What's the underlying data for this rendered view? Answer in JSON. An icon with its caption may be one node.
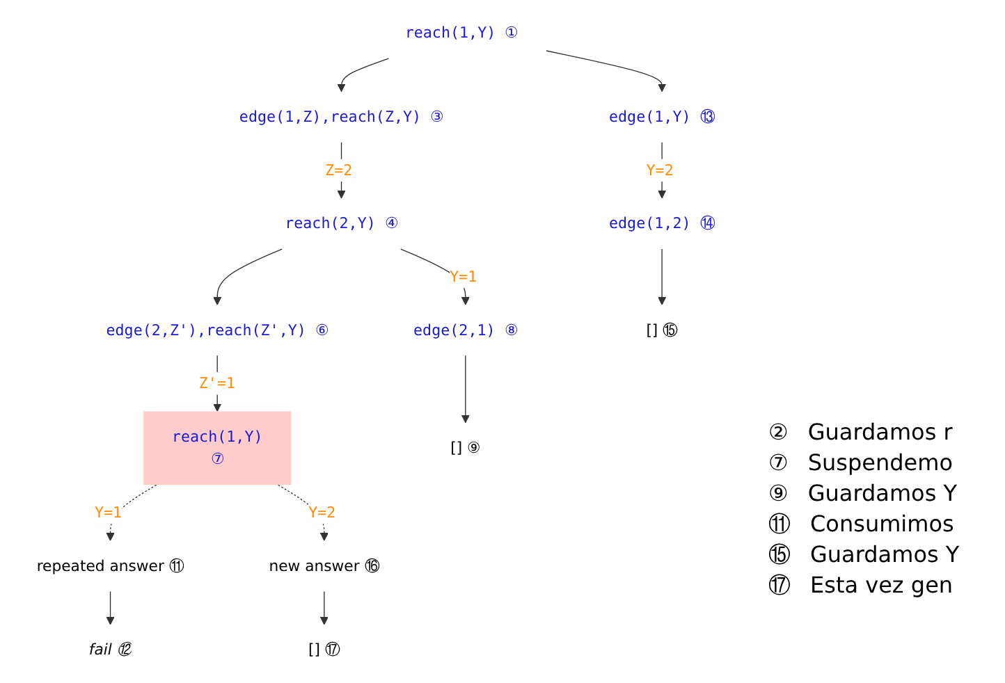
{
  "diagram": {
    "nodes": [
      {
        "text": [
          "reach(1,Y)"
        ],
        "beside": [
          "①"
        ]
      },
      {
        "text": [
          "edge(1,Z),reach(Z,Y)"
        ],
        "beside": [
          "③"
        ]
      },
      {
        "text": [
          "edge(1,Y)"
        ],
        "beside": [
          "⑬"
        ]
      },
      {
        "text": [
          "reach(2,Y)"
        ],
        "beside": [
          "④"
        ]
      },
      {
        "text": [
          "edge(1,2)"
        ],
        "beside": [
          "⑭"
        ]
      },
      {
        "text": [
          "edge(2,Z'),reach(Z',Y)"
        ],
        "beside": [
          "⑥"
        ]
      },
      {
        "text": [
          "edge(2,1)"
        ],
        "beside": [
          "⑧"
        ]
      },
      {
        "text": [
          "[]"
        ],
        "beside": [
          "⑮"
        ]
      },
      {
        "text": [
          "reach(1,Y)",
          "⑦"
        ]
      },
      {
        "text": [
          "[]"
        ],
        "beside": [
          "⑨"
        ]
      },
      {
        "text": [
          "repeated answer"
        ],
        "beside": [
          "⑪"
        ]
      },
      {
        "text": [
          "new answer"
        ],
        "beside": [
          "⑯"
        ]
      },
      {
        "text": [
          "fail"
        ],
        "beside": [
          "⑫"
        ]
      },
      {
        "text": [
          "[]"
        ],
        "beside": [
          "⑰"
        ]
      }
    ],
    "edges": [
      {
        "from": 0,
        "to": 1,
        "arrow": "to"
      },
      {
        "from": 0,
        "to": 2,
        "arrow": "to"
      },
      {
        "from": 1,
        "to": 3,
        "arrow": "to",
        "label": "Z=2"
      },
      {
        "from": 2,
        "to": 4,
        "arrow": "to",
        "label": "Y=2"
      },
      {
        "from": 3,
        "to": 5,
        "arrow": "to"
      },
      {
        "from": 3,
        "to": 6,
        "arrow": "to",
        "label": "Y=1"
      },
      {
        "from": 4,
        "to": 7,
        "arrow": "to"
      },
      {
        "from": 5,
        "to": 8,
        "arrow": "to",
        "label": "Z'=1"
      },
      {
        "from": 6,
        "to": 9,
        "arrow": "to"
      },
      {
        "from": 8,
        "to": 10,
        "arrow": "to",
        "label": "Y=1",
        "style": "dashed"
      },
      {
        "from": 8,
        "to": 11,
        "arrow": "to",
        "label": "Y=2",
        "style": "dashed"
      },
      {
        "from": 10,
        "to": 12,
        "arrow": "to"
      },
      {
        "from": 11,
        "to": 13,
        "arrow": "to"
      }
    ],
    "labels": [
      "②",
      "Guardamos r",
      "⑦",
      "Suspendemo",
      "⑨",
      "Guardamos Y",
      "⑪",
      "Consumimos",
      "⑮",
      "Guardamos Y",
      "⑰",
      "Esta vez gen"
    ]
  }
}
